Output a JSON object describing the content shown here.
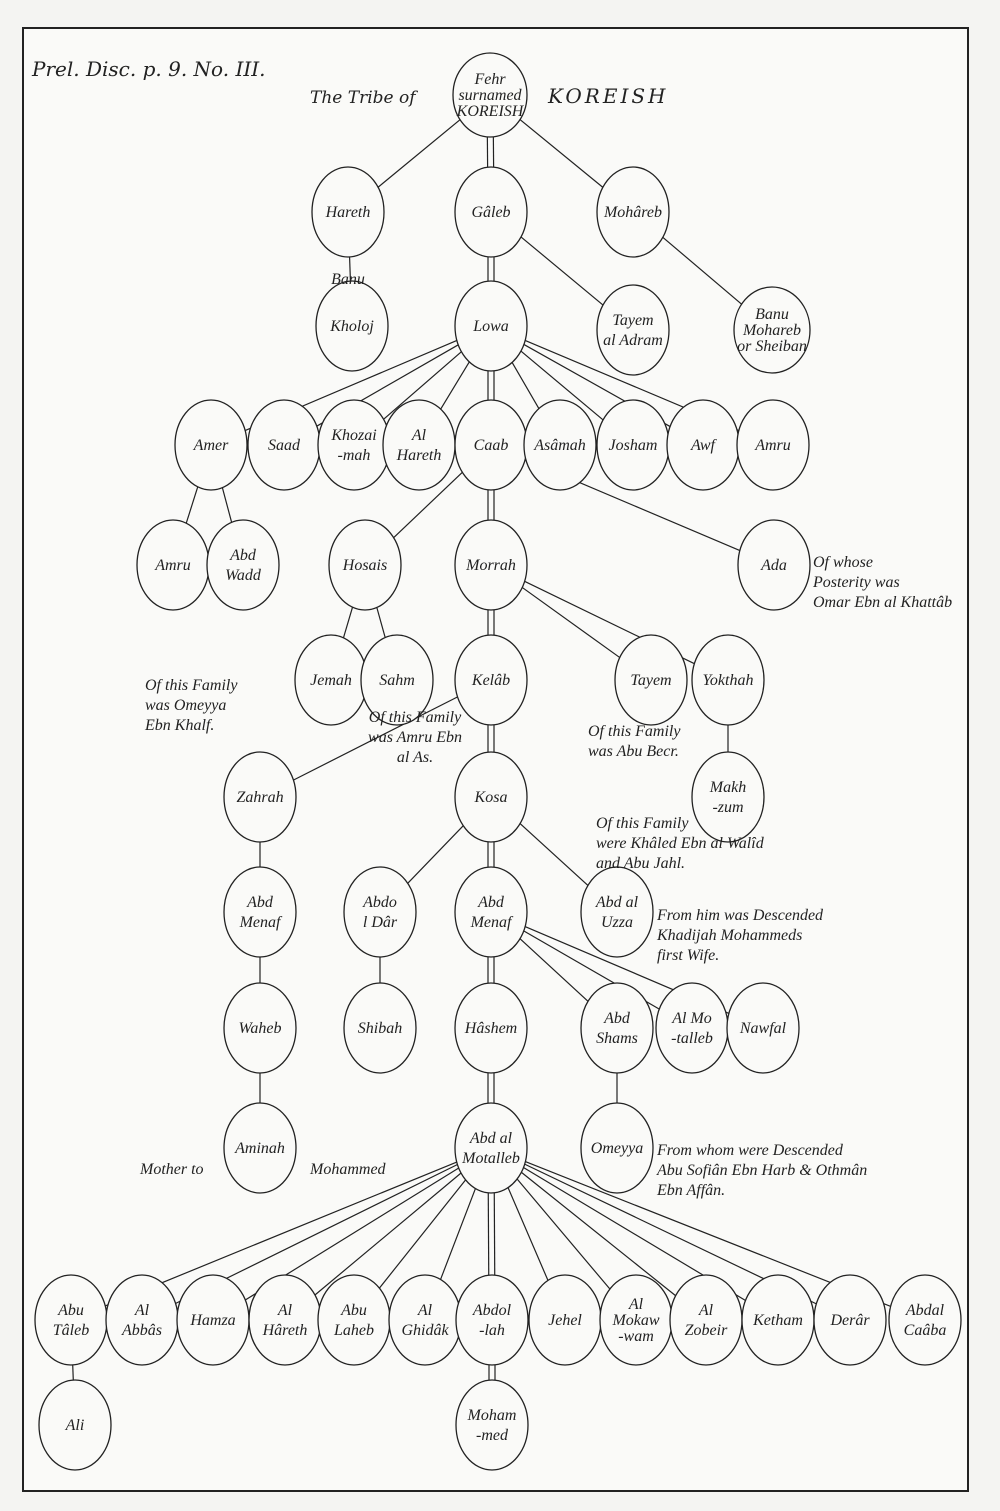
{
  "header": {
    "plate_ref": "Prel. Disc. p. 9. No. III.",
    "title_left": "The Tribe of",
    "title_right": "KOREISH"
  },
  "nodes": [
    {
      "id": "fehr",
      "lines": [
        "Fehr",
        "surnamed",
        "KOREISH"
      ]
    },
    {
      "id": "hareth",
      "lines": [
        "Hareth"
      ]
    },
    {
      "id": "galeb",
      "lines": [
        "Gâleb"
      ]
    },
    {
      "id": "mohareb",
      "lines": [
        "Mohâreb"
      ]
    },
    {
      "id": "kholoj",
      "lines": [
        "Kholoj"
      ]
    },
    {
      "id": "lowa",
      "lines": [
        "Lowa"
      ]
    },
    {
      "id": "tayem_adran",
      "lines": [
        "Tayem",
        "al Adram"
      ]
    },
    {
      "id": "banu_mohareb",
      "lines": [
        "Banu",
        "Mohareb",
        "or Sheiban"
      ]
    },
    {
      "id": "amer",
      "lines": [
        "Amer"
      ]
    },
    {
      "id": "saad",
      "lines": [
        "Saad"
      ]
    },
    {
      "id": "khozaimah",
      "lines": [
        "Khozai",
        "-mah"
      ]
    },
    {
      "id": "al_hareth",
      "lines": [
        "Al",
        "Hareth"
      ]
    },
    {
      "id": "caab",
      "lines": [
        "Caab"
      ]
    },
    {
      "id": "asamah",
      "lines": [
        "Asâmah"
      ]
    },
    {
      "id": "josham",
      "lines": [
        "Josham"
      ]
    },
    {
      "id": "awf",
      "lines": [
        "Awf"
      ]
    },
    {
      "id": "amru1",
      "lines": [
        "Amru"
      ]
    },
    {
      "id": "amru2",
      "lines": [
        "Amru"
      ]
    },
    {
      "id": "abd_wadd",
      "lines": [
        "Abd",
        "Wadd"
      ]
    },
    {
      "id": "hosais",
      "lines": [
        "Hosais"
      ]
    },
    {
      "id": "morrah",
      "lines": [
        "Morrah"
      ]
    },
    {
      "id": "ada",
      "lines": [
        "Ada"
      ]
    },
    {
      "id": "jemah",
      "lines": [
        "Jemah"
      ]
    },
    {
      "id": "sahm",
      "lines": [
        "Sahm"
      ]
    },
    {
      "id": "kelab",
      "lines": [
        "Kelâb"
      ]
    },
    {
      "id": "tayem",
      "lines": [
        "Tayem"
      ]
    },
    {
      "id": "yokthah",
      "lines": [
        "Yokthah"
      ]
    },
    {
      "id": "makhzum",
      "lines": [
        "Makh",
        "-zum"
      ]
    },
    {
      "id": "zahrah",
      "lines": [
        "Zahrah"
      ]
    },
    {
      "id": "kosa",
      "lines": [
        "Kosa"
      ]
    },
    {
      "id": "abd_menaf1",
      "lines": [
        "Abd",
        "Menaf"
      ]
    },
    {
      "id": "abdol_dar",
      "lines": [
        "Abdo",
        "l Dâr"
      ]
    },
    {
      "id": "abd_menaf2",
      "lines": [
        "Abd",
        "Menaf"
      ]
    },
    {
      "id": "abdal_uzza",
      "lines": [
        "Abd al",
        "Uzza"
      ]
    },
    {
      "id": "waheb",
      "lines": [
        "Waheb"
      ]
    },
    {
      "id": "shibah",
      "lines": [
        "Shibah"
      ]
    },
    {
      "id": "hashem",
      "lines": [
        "Hâshem"
      ]
    },
    {
      "id": "abd_shams",
      "lines": [
        "Abd",
        "Shams"
      ]
    },
    {
      "id": "al_motalleb",
      "lines": [
        "Al Mo",
        "-talleb"
      ]
    },
    {
      "id": "nawfal",
      "lines": [
        "Nawfal"
      ]
    },
    {
      "id": "aminah",
      "lines": [
        "Aminah"
      ]
    },
    {
      "id": "abd_al_motalleb",
      "lines": [
        "Abd al",
        "Motalleb"
      ]
    },
    {
      "id": "omeyya",
      "lines": [
        "Omeyya"
      ]
    },
    {
      "id": "abu_taleb",
      "lines": [
        "Abu",
        "Tâleb"
      ]
    },
    {
      "id": "al_abbas",
      "lines": [
        "Al",
        "Abbâs"
      ]
    },
    {
      "id": "hamza",
      "lines": [
        "Hamza"
      ]
    },
    {
      "id": "al_hareth2",
      "lines": [
        "Al",
        "Hâreth"
      ]
    },
    {
      "id": "abu_laheb",
      "lines": [
        "Abu",
        "Laheb"
      ]
    },
    {
      "id": "al_ghidak",
      "lines": [
        "Al",
        "Ghidâk"
      ]
    },
    {
      "id": "abdollah",
      "lines": [
        "Abdol",
        "-lah"
      ]
    },
    {
      "id": "jehel",
      "lines": [
        "Jehel"
      ]
    },
    {
      "id": "al_mokawwam",
      "lines": [
        "Al",
        "Mokaw",
        "-wam"
      ]
    },
    {
      "id": "al_zobeir",
      "lines": [
        "Al",
        "Zobeir"
      ]
    },
    {
      "id": "ketham",
      "lines": [
        "Ketham"
      ]
    },
    {
      "id": "derar",
      "lines": [
        "Derâr"
      ]
    },
    {
      "id": "abdal_caaba",
      "lines": [
        "Abdal",
        "Caâba"
      ]
    },
    {
      "id": "ali",
      "lines": [
        "Ali"
      ]
    },
    {
      "id": "mohammed",
      "lines": [
        "Moham",
        "-med"
      ]
    }
  ],
  "edges": [
    [
      "fehr",
      "hareth",
      0
    ],
    [
      "fehr",
      "galeb",
      1
    ],
    [
      "fehr",
      "mohareb",
      0
    ],
    [
      "hareth",
      "kholoj",
      0
    ],
    [
      "galeb",
      "lowa",
      1
    ],
    [
      "galeb",
      "tayem_adran",
      0
    ],
    [
      "mohareb",
      "banu_mohareb",
      0
    ],
    [
      "lowa",
      "amer",
      0
    ],
    [
      "lowa",
      "saad",
      0
    ],
    [
      "lowa",
      "khozaimah",
      0
    ],
    [
      "lowa",
      "al_hareth",
      0
    ],
    [
      "lowa",
      "caab",
      1
    ],
    [
      "lowa",
      "asamah",
      0
    ],
    [
      "lowa",
      "josham",
      0
    ],
    [
      "lowa",
      "awf",
      0
    ],
    [
      "lowa",
      "amru1",
      0
    ],
    [
      "amer",
      "amru2",
      0
    ],
    [
      "amer",
      "abd_wadd",
      0
    ],
    [
      "caab",
      "hosais",
      0
    ],
    [
      "caab",
      "morrah",
      1
    ],
    [
      "caab",
      "ada",
      0
    ],
    [
      "hosais",
      "jemah",
      0
    ],
    [
      "hosais",
      "sahm",
      0
    ],
    [
      "morrah",
      "kelab",
      1
    ],
    [
      "morrah",
      "tayem",
      0
    ],
    [
      "morrah",
      "yokthah",
      0
    ],
    [
      "yokthah",
      "makhzum",
      0
    ],
    [
      "kelab",
      "zahrah",
      0
    ],
    [
      "kelab",
      "kosa",
      1
    ],
    [
      "zahrah",
      "abd_menaf1",
      0
    ],
    [
      "kosa",
      "abdol_dar",
      0
    ],
    [
      "kosa",
      "abd_menaf2",
      1
    ],
    [
      "kosa",
      "abdal_uzza",
      0
    ],
    [
      "abd_menaf1",
      "waheb",
      0
    ],
    [
      "abdol_dar",
      "shibah",
      0
    ],
    [
      "abd_menaf2",
      "hashem",
      1
    ],
    [
      "abd_menaf2",
      "abd_shams",
      0
    ],
    [
      "abd_menaf2",
      "al_motalleb",
      0
    ],
    [
      "abd_menaf2",
      "nawfal",
      0
    ],
    [
      "waheb",
      "aminah",
      0
    ],
    [
      "hashem",
      "abd_al_motalleb",
      1
    ],
    [
      "abd_shams",
      "omeyya",
      0
    ],
    [
      "abd_al_motalleb",
      "abu_taleb",
      0
    ],
    [
      "abd_al_motalleb",
      "al_abbas",
      0
    ],
    [
      "abd_al_motalleb",
      "hamza",
      0
    ],
    [
      "abd_al_motalleb",
      "al_hareth2",
      0
    ],
    [
      "abd_al_motalleb",
      "abu_laheb",
      0
    ],
    [
      "abd_al_motalleb",
      "al_ghidak",
      0
    ],
    [
      "abd_al_motalleb",
      "abdollah",
      1
    ],
    [
      "abd_al_motalleb",
      "jehel",
      0
    ],
    [
      "abd_al_motalleb",
      "al_mokawwam",
      0
    ],
    [
      "abd_al_motalleb",
      "al_zobeir",
      0
    ],
    [
      "abd_al_motalleb",
      "ketham",
      0
    ],
    [
      "abd_al_motalleb",
      "derar",
      0
    ],
    [
      "abd_al_motalleb",
      "abdal_caaba",
      0
    ],
    [
      "abu_taleb",
      "ali",
      0
    ],
    [
      "abdollah",
      "mohammed",
      1
    ]
  ],
  "annotations": [
    {
      "id": "banu",
      "lines": [
        "Banu"
      ]
    },
    {
      "id": "ada_note",
      "lines": [
        "Of whose",
        "Posterity was",
        "Omar Ebn al Khattâb"
      ]
    },
    {
      "id": "jemah_note",
      "lines": [
        "Of this Family",
        "was Omeyya",
        "Ebn Khalf."
      ]
    },
    {
      "id": "sahm_note",
      "lines": [
        "Of this Family",
        "was Amru Ebn",
        "al As."
      ]
    },
    {
      "id": "tayem_note",
      "lines": [
        "Of this Family",
        "was Abu Becr."
      ]
    },
    {
      "id": "makhzum_note",
      "lines": [
        "Of this          Family",
        "were Khâled Ebn al Walîd",
        "and Abu Jahl."
      ]
    },
    {
      "id": "uzza_note",
      "lines": [
        "From him was Descended",
        "Khadijah Mohammeds",
        "first Wife."
      ]
    },
    {
      "id": "aminah_left",
      "lines": [
        "Mother to"
      ]
    },
    {
      "id": "aminah_right",
      "lines": [
        "Mohammed"
      ]
    },
    {
      "id": "omeyya_note",
      "lines": [
        "From whom were Descended",
        "Abu Sofiân Ebn Harb & Othmân",
        "Ebn Affân."
      ]
    }
  ]
}
